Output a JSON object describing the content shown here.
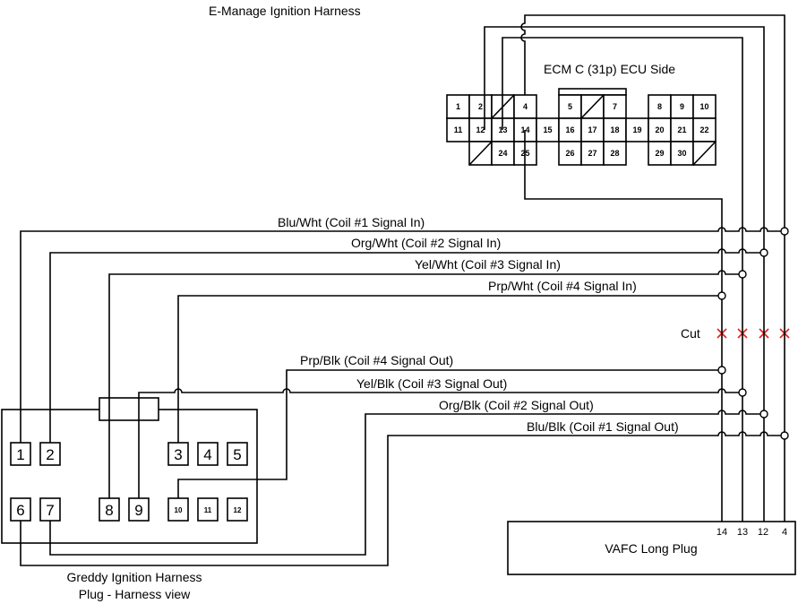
{
  "title": "E-Manage Ignition Harness",
  "ecm": {
    "title": "ECM C (31p) ECU Side",
    "pins": [
      "1",
      "2",
      "4",
      "15",
      "5",
      "7",
      "19",
      "8",
      "9",
      "10",
      "11",
      "12",
      "13",
      "14",
      "16",
      "17",
      "18",
      "20",
      "21",
      "22",
      "24",
      "25",
      "26",
      "27",
      "28",
      "29",
      "30"
    ]
  },
  "wires": {
    "in1": "Blu/Wht (Coil #1 Signal In)",
    "in2": "Org/Wht (Coil #2 Signal In)",
    "in3": "Yel/Wht (Coil #3 Signal In)",
    "in4": "Prp/Wht (Coil #4 Signal In)",
    "out4": "Prp/Blk (Coil #4 Signal Out)",
    "out3": "Yel/Blk (Coil #3 Signal Out)",
    "out2": "Org/Blk (Coil #2 Signal Out)",
    "out1": "Blu/Blk (Coil #1 Signal Out)"
  },
  "cut_label": "Cut",
  "cut_color": "#e02020",
  "vafc": {
    "label": "VAFC Long Plug",
    "pins": [
      "14",
      "13",
      "12",
      "4"
    ]
  },
  "greddy": {
    "label_line1": "Greddy Ignition Harness",
    "label_line2": "Plug - Harness view",
    "pins": [
      "1",
      "2",
      "3",
      "4",
      "5",
      "6",
      "7",
      "8",
      "9",
      "10",
      "11",
      "12"
    ]
  }
}
